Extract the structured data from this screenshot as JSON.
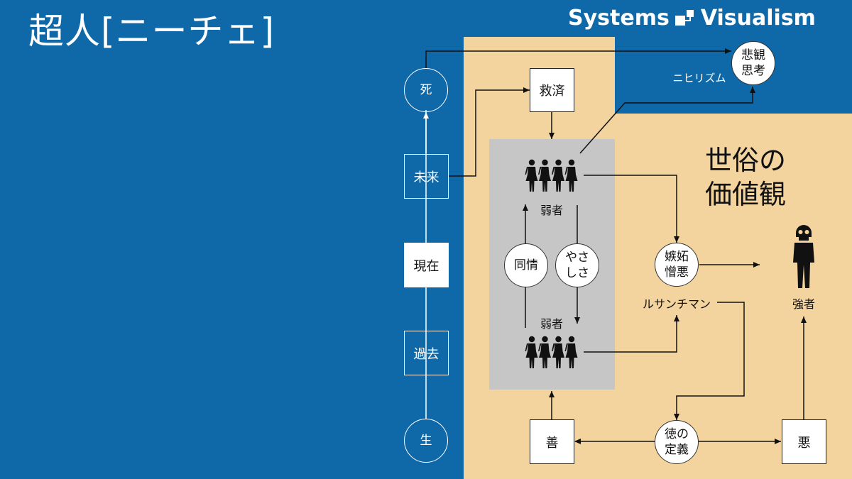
{
  "title": "超人[ニーチェ]",
  "brand": {
    "left": "Systems",
    "right": "Visualism",
    "logo_icon": "systems-visualism-logo-icon"
  },
  "colors": {
    "background": "#0f68a8",
    "region": "#f4d49e",
    "group": "#c6c6c6",
    "line": "#111111"
  },
  "region_label": "世俗の\n価値観",
  "timeline": {
    "death": "死",
    "future": "未来",
    "present": "現在",
    "past": "過去",
    "birth": "生"
  },
  "nodes": {
    "salvation": "救済",
    "pessimism": "悲観\n思考",
    "nihilism": "ニヒリズム",
    "weak_top": "弱者",
    "weak_bottom": "弱者",
    "sympathy": "同情",
    "kindness": "やさ\nしさ",
    "envy": "嫉妬\n憎悪",
    "ressentiment": "ルサンチマン",
    "strong": "強者",
    "good": "善",
    "evil": "悪",
    "virtue": "徳の\n定義"
  },
  "icons": {
    "people_top": "people-group-icon",
    "people_bottom": "people-group-icon",
    "strong": "skeleton-figure-icon"
  }
}
